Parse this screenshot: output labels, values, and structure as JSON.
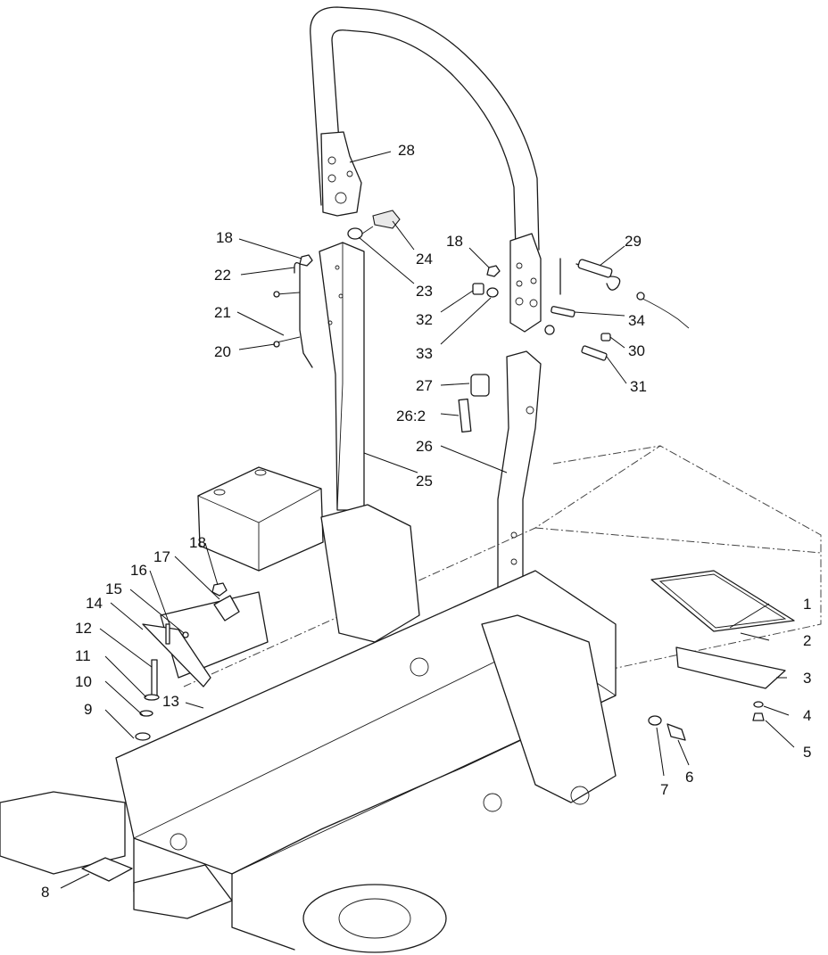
{
  "callouts": [
    {
      "id": "c1",
      "text": "1"
    },
    {
      "id": "c2",
      "text": "2"
    },
    {
      "id": "c3",
      "text": "3"
    },
    {
      "id": "c4",
      "text": "4"
    },
    {
      "id": "c5",
      "text": "5"
    },
    {
      "id": "c6",
      "text": "6"
    },
    {
      "id": "c7",
      "text": "7"
    },
    {
      "id": "c8",
      "text": "8"
    },
    {
      "id": "c9",
      "text": "9"
    },
    {
      "id": "c10",
      "text": "10"
    },
    {
      "id": "c11",
      "text": "11"
    },
    {
      "id": "c12",
      "text": "12"
    },
    {
      "id": "c13",
      "text": "13"
    },
    {
      "id": "c14",
      "text": "14"
    },
    {
      "id": "c15",
      "text": "15"
    },
    {
      "id": "c16",
      "text": "16"
    },
    {
      "id": "c17",
      "text": "17"
    },
    {
      "id": "c18a",
      "text": "18"
    },
    {
      "id": "c18b",
      "text": "18"
    },
    {
      "id": "c18c",
      "text": "18"
    },
    {
      "id": "c20",
      "text": "20"
    },
    {
      "id": "c21",
      "text": "21"
    },
    {
      "id": "c22",
      "text": "22"
    },
    {
      "id": "c23",
      "text": "23"
    },
    {
      "id": "c24",
      "text": "24"
    },
    {
      "id": "c25",
      "text": "25"
    },
    {
      "id": "c26",
      "text": "26"
    },
    {
      "id": "c26b",
      "text": "26:2"
    },
    {
      "id": "c27",
      "text": "27"
    },
    {
      "id": "c28",
      "text": "28"
    },
    {
      "id": "c29",
      "text": "29"
    },
    {
      "id": "c30",
      "text": "30"
    },
    {
      "id": "c31",
      "text": "31"
    },
    {
      "id": "c32",
      "text": "32"
    },
    {
      "id": "c33",
      "text": "33"
    },
    {
      "id": "c34",
      "text": "34"
    }
  ]
}
